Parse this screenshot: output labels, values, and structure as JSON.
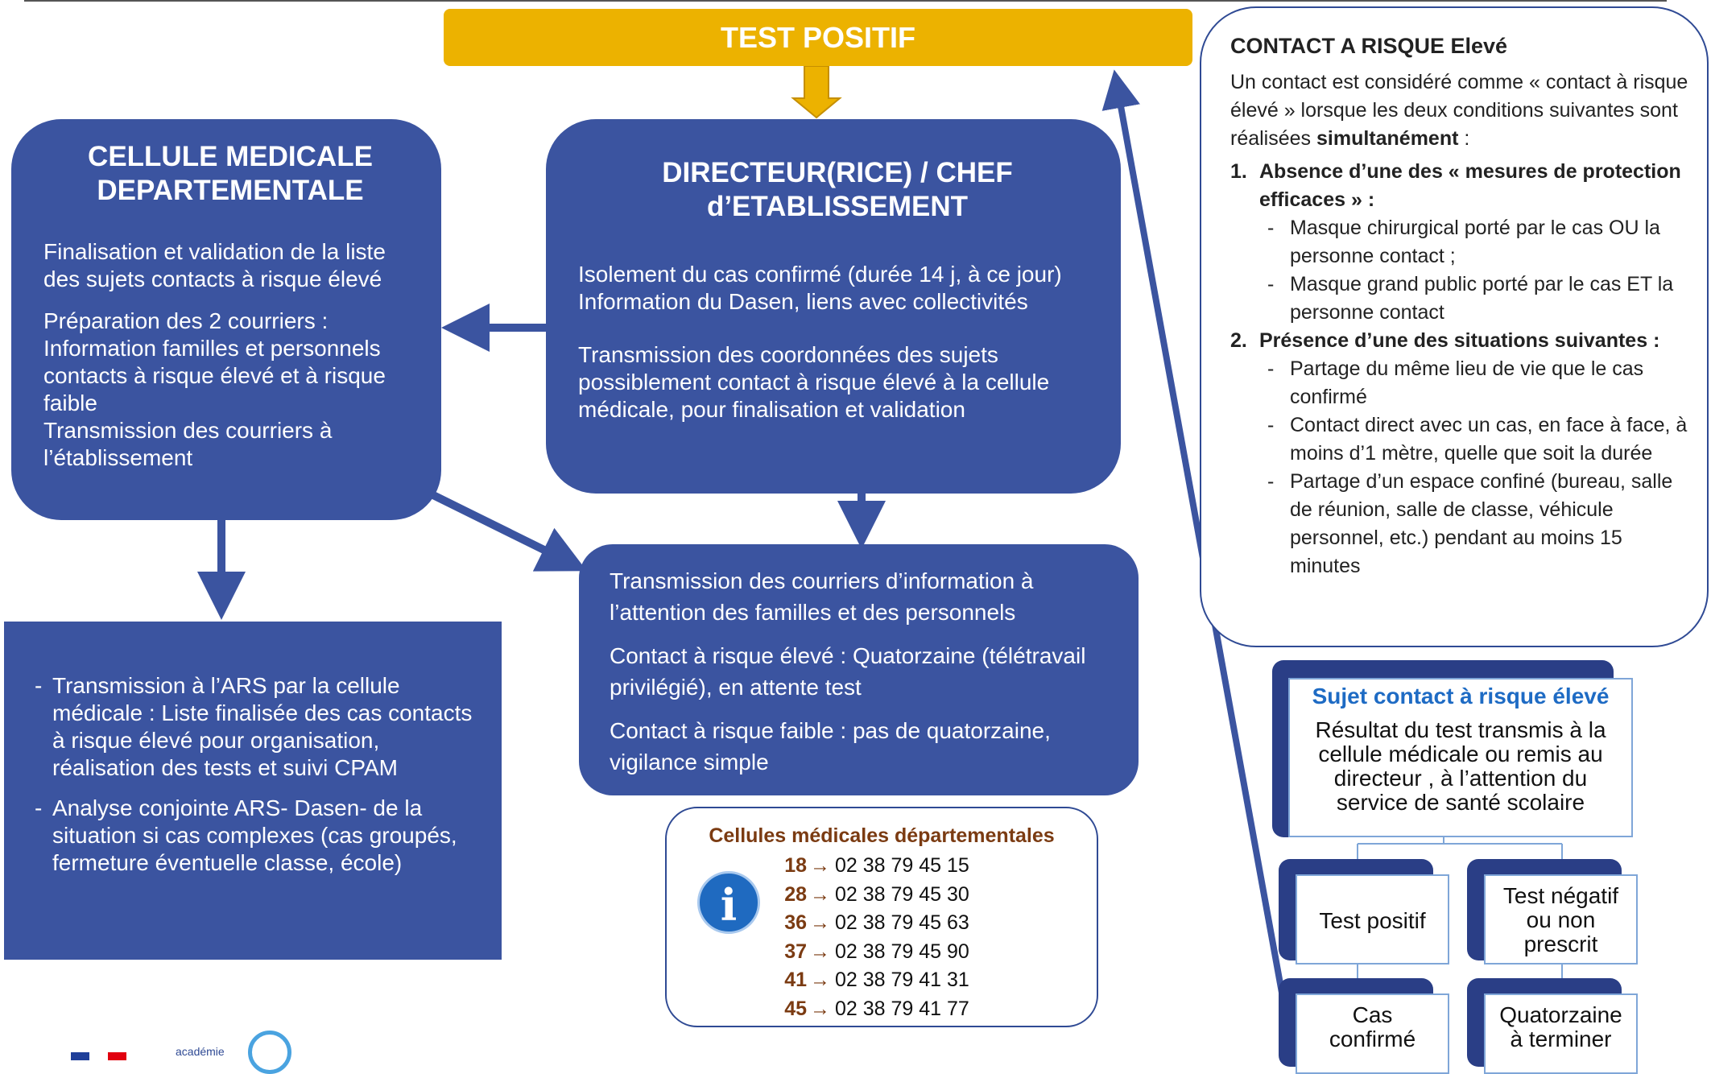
{
  "banner": {
    "label": "TEST POSITIF",
    "color": "#ecb200"
  },
  "cellule": {
    "title_line1": "CELLULE MEDICALE",
    "title_line2": "DEPARTEMENTALE",
    "p1": "Finalisation et validation de la  liste des sujets contacts à risque élevé",
    "p2a": "Préparation des 2 courriers :",
    "p2b": "Information familles et personnels contacts à risque élevé et à risque faible",
    "p2c": "Transmission des courriers à l’établissement"
  },
  "directeur": {
    "title_line1": "DIRECTEUR(RICE) / CHEF",
    "title_line2": "d’ETABLISSEMENT",
    "p1a": "Isolement du cas confirmé (durée 14 j, à ce jour)",
    "p1b": "Information du Dasen, liens avec collectivités",
    "p2": "Transmission des coordonnées des sujets possiblement contact à risque élevé à la cellule médicale, pour finalisation et validation"
  },
  "courriers": {
    "p1": "Transmission des courriers d’information à l’attention des familles et des personnels",
    "p2": "Contact à risque élevé : Quatorzaine (télétravail privilégié), en attente test",
    "p3": "Contact à risque faible : pas de quatorzaine, vigilance simple"
  },
  "ars": {
    "items": [
      "Transmission à l’ARS par la cellule médicale : Liste finalisée des cas contacts à risque élevé pour organisation, réalisation des tests et suivi CPAM",
      "Analyse conjointe ARS- Dasen- de la situation si cas complexes (cas groupés, fermeture éventuelle classe, école)"
    ]
  },
  "risque": {
    "title": "CONTACT A RISQUE Elevé",
    "intro_a": "Un contact est considéré comme « contact à risque élevé » lorsque les deux conditions suivantes sont réalisées ",
    "intro_bold": "simultanément",
    "intro_end": " :",
    "c1_num": "1.",
    "c1_label": "Absence d’une des « mesures de protection efficaces » :",
    "c1_items": [
      "Masque chirurgical porté par le cas OU la personne contact ;",
      "Masque grand public porté par le cas ET la personne contact"
    ],
    "c2_num": "2.",
    "c2_label": "Présence d’une des situations suivantes :",
    "c2_items": [
      "Partage du même lieu de vie que le cas confirmé",
      "Contact direct avec un cas, en face à face, à moins d’1 mètre, quelle que soit la durée",
      "Partage d’un espace confiné (bureau, salle de réunion, salle de classe, véhicule personnel, etc.) pendant au moins 15 minutes"
    ]
  },
  "info": {
    "icon": "info-icon",
    "title": "Cellules médicales départementales",
    "arrow": "→",
    "phones": [
      {
        "code": "18",
        "number": "02 38 79 45 15"
      },
      {
        "code": "28",
        "number": "02 38 79 45 30"
      },
      {
        "code": "36",
        "number": "02 38 79 45 63"
      },
      {
        "code": "37",
        "number": "02 38 79 45 90"
      },
      {
        "code": "41",
        "number": "02 38 79 41 31"
      },
      {
        "code": "45",
        "number": "02 38 79 41 77"
      }
    ]
  },
  "sujet": {
    "title": "Sujet contact à risque élevé",
    "text_l1": "Résultat du test transmis à la",
    "text_l2": "cellule médicale ou remis au",
    "text_l3": "directeur , à l’attention du",
    "text_l4": "service de santé scolaire"
  },
  "test_positif": "Test positif",
  "test_negatif_l1": "Test négatif",
  "test_negatif_l2": "ou non",
  "test_negatif_l3": "prescrit",
  "cas_l1": "Cas",
  "cas_l2": "confirmé",
  "quatorzaine_l1": "Quatorzaine",
  "quatorzaine_l2": "à terminer",
  "logo": {
    "text": "académie"
  },
  "colors": {
    "navy": "#3b54a0",
    "arrow_gold": "#ecb200",
    "info_brown": "#7b3b12",
    "sujet_blue": "#1e6bc4"
  }
}
